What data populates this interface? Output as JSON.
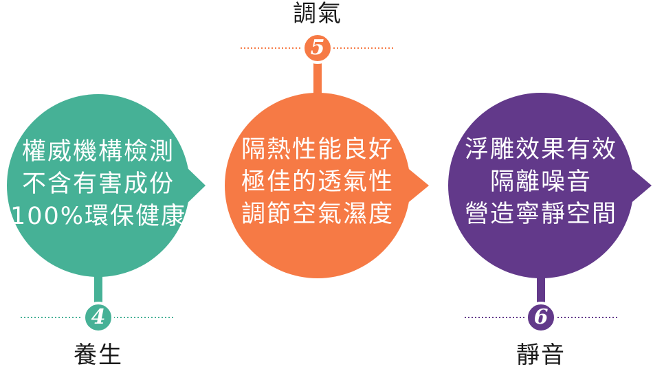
{
  "steps": [
    {
      "number": "4",
      "caption": "養生",
      "lines": [
        "權威機構檢測",
        "不含有害成份",
        "100%環保健康"
      ],
      "color": "#46B196"
    },
    {
      "number": "5",
      "caption": "調氣",
      "lines": [
        "隔熱性能良好",
        "極佳的透氣性",
        "調節空氣濕度"
      ],
      "color": "#F67A45"
    },
    {
      "number": "6",
      "caption": "靜音",
      "lines": [
        "浮雕效果有效",
        "隔離噪音",
        "營造寧靜空間"
      ],
      "color": "#62398A"
    }
  ]
}
